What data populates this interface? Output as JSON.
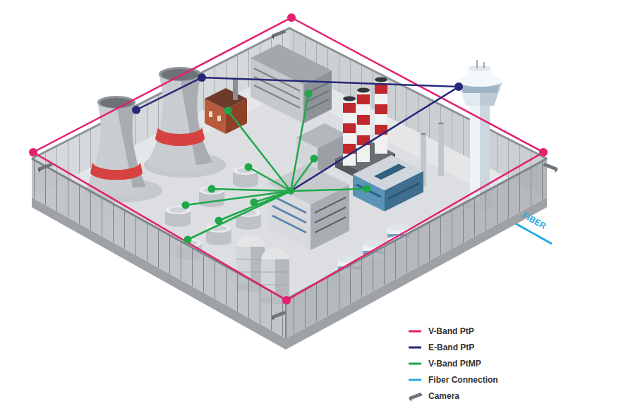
{
  "diagram": {
    "labels": [
      "FIBER"
    ],
    "legend": [
      {
        "text": "V-Band PtP"
      },
      {
        "text": "E-Band PtP"
      },
      {
        "text": "V-Band PtMP"
      },
      {
        "text": "Fiber Connection"
      },
      {
        "text": "Camera"
      }
    ]
  }
}
